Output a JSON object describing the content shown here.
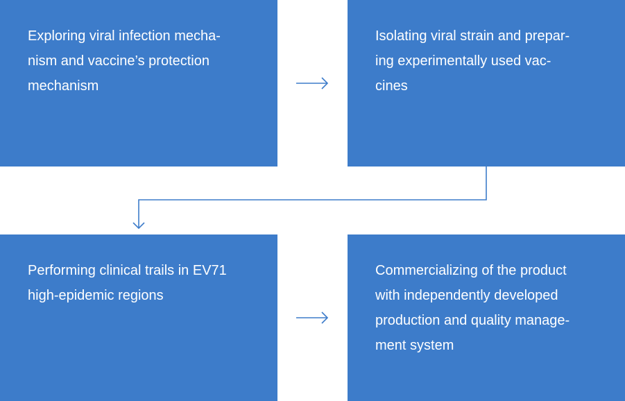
{
  "steps": [
    {
      "lines": [
        "Exploring viral infection mecha-",
        "nism and vaccine’s protection",
        "mechanism"
      ]
    },
    {
      "lines": [
        "Isolating viral strain and prepar-",
        "ing experimentally used vac-",
        "cines"
      ]
    },
    {
      "lines": [
        "Performing clinical trails in EV71",
        "high-epidemic regions"
      ]
    },
    {
      "lines": [
        "Commercializing of the product",
        "with independently developed",
        "production and quality manage-",
        "ment system"
      ]
    }
  ],
  "colors": {
    "box": "#3d7cca",
    "connector": "#3d7cca",
    "text": "#ffffff"
  },
  "icons": {
    "arrow_right": "arrow-right-icon",
    "arrow_down": "arrow-down-icon"
  }
}
